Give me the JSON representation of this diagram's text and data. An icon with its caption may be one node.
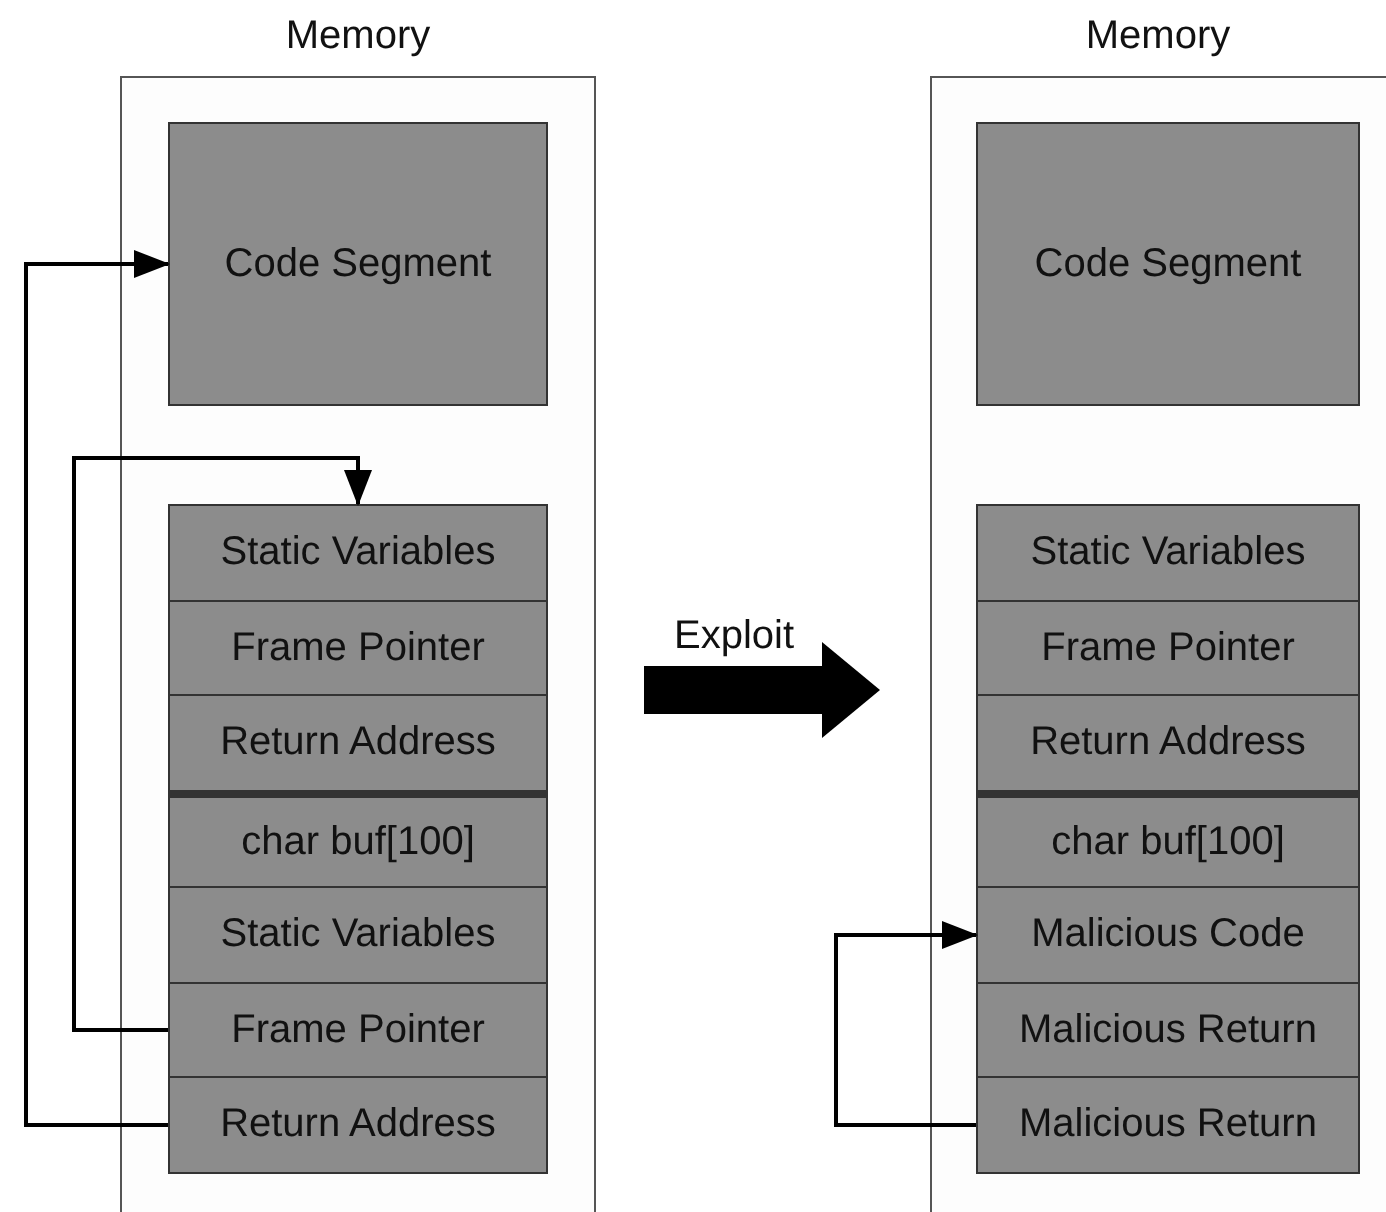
{
  "diagram": {
    "nodes": [
      {
        "text": [
          "Memory"
        ]
      },
      {
        "text": [
          "Code Segment"
        ],
        "in": 0
      },
      {
        "text": [
          "Static Variables"
        ],
        "in": 0
      },
      {
        "text": [
          "Frame Pointer"
        ],
        "in": 0
      },
      {
        "text": [
          "Return Address"
        ],
        "in": 0
      },
      {
        "text": [
          "char buf[100]"
        ],
        "in": 0
      },
      {
        "text": [
          "Static Variables"
        ],
        "in": 0
      },
      {
        "text": [
          "Frame Pointer"
        ],
        "in": 0
      },
      {
        "text": [
          "Return Address"
        ],
        "in": 0
      },
      {
        "text": [
          "Memory"
        ]
      },
      {
        "text": [
          "Code Segment"
        ],
        "in": 9
      },
      {
        "text": [
          "Static Variables"
        ],
        "in": 9
      },
      {
        "text": [
          "Frame Pointer"
        ],
        "in": 9
      },
      {
        "text": [
          "Return Address"
        ],
        "in": 9
      },
      {
        "text": [
          "char buf[100]"
        ],
        "in": 9
      },
      {
        "text": [
          "Malicious Code"
        ],
        "in": 9
      },
      {
        "text": [
          "Malicious Return"
        ],
        "in": 9
      },
      {
        "text": [
          "Malicious Return"
        ],
        "in": 9
      }
    ],
    "edges": [
      {
        "from": 8,
        "to": 1,
        "arrow": "to"
      },
      {
        "from": 7,
        "to": 2,
        "arrow": "to"
      },
      {
        "from": 0,
        "to": 9,
        "arrow": "to",
        "label": "Exploit",
        "style": "thick"
      },
      {
        "from": 17,
        "to": 15,
        "arrow": "to"
      }
    ]
  }
}
